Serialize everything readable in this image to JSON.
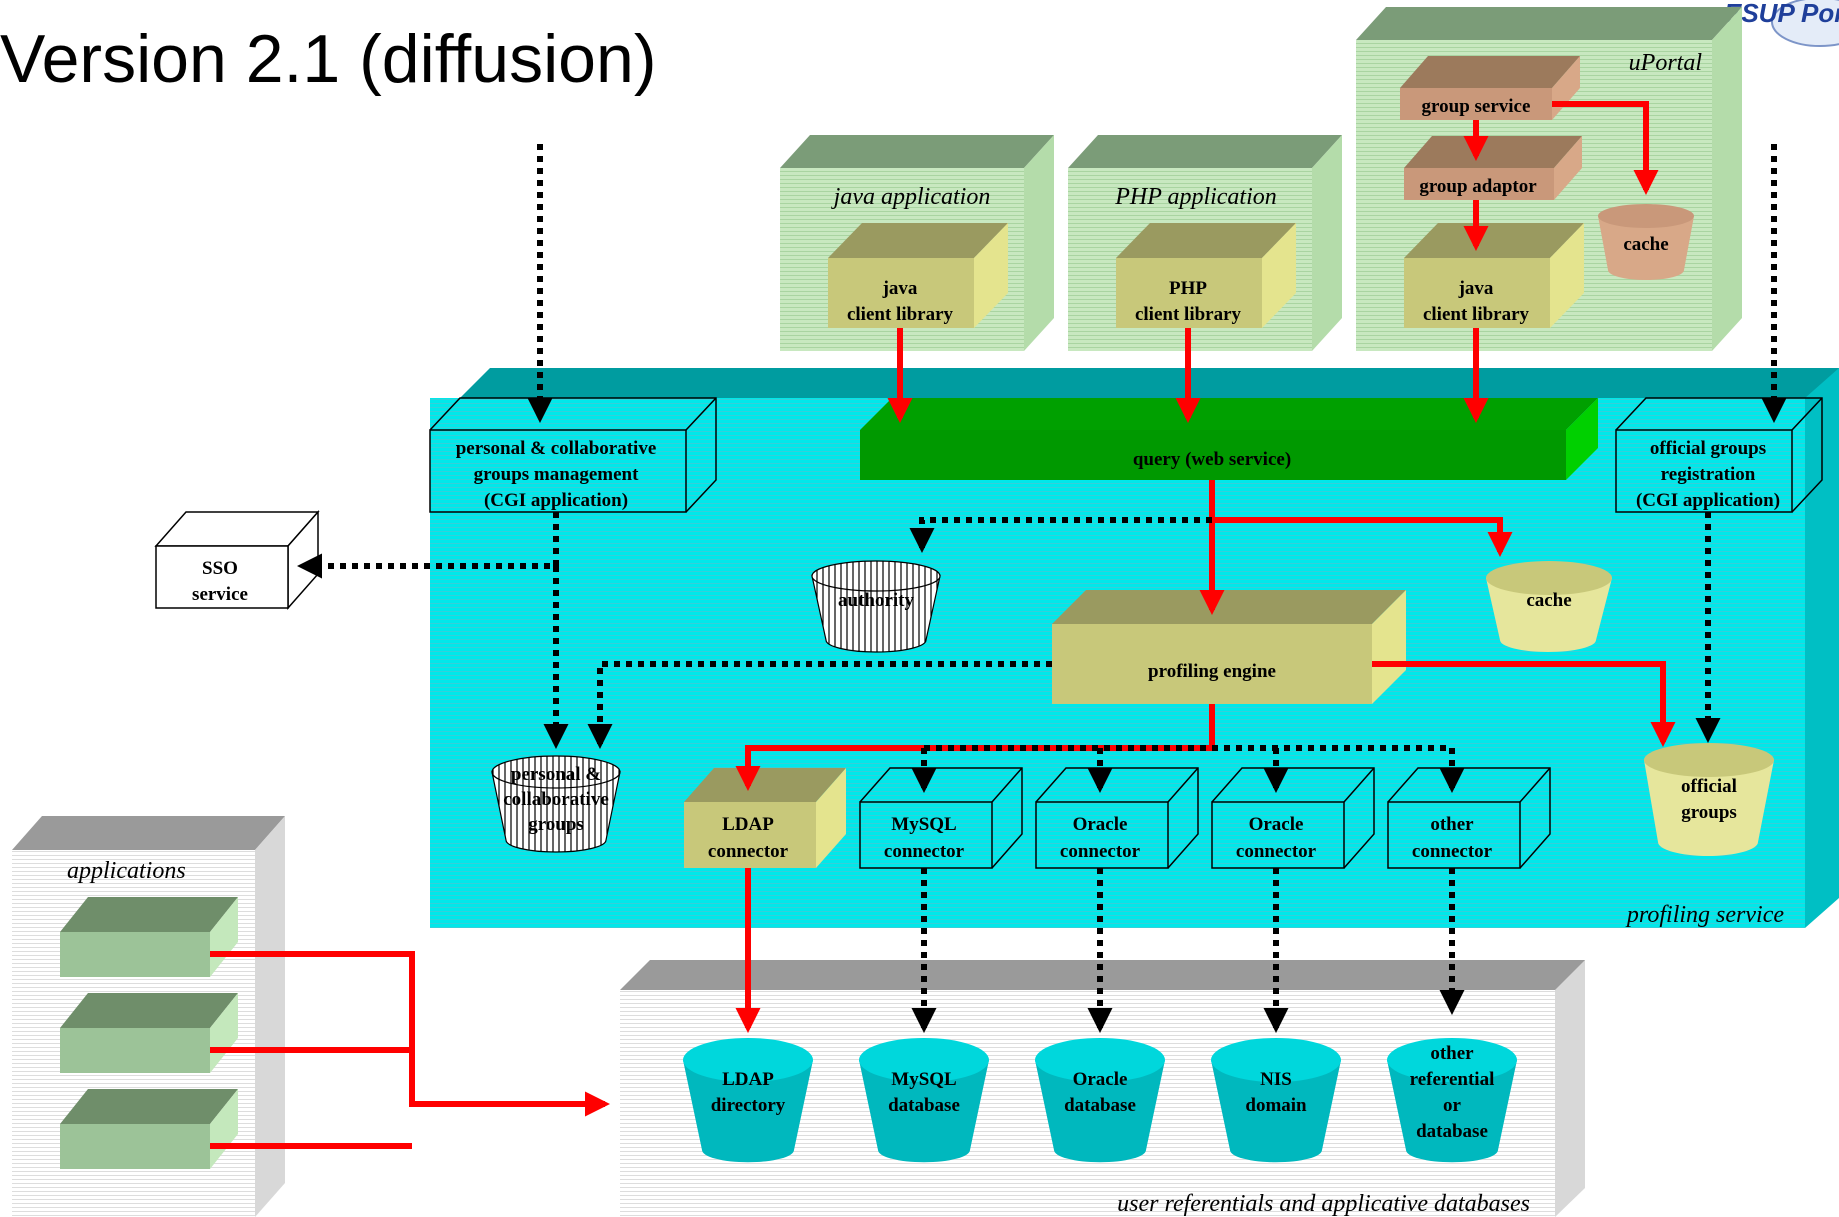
{
  "title": "Version 2.1 (diffusion)",
  "logo": "ESUP Por",
  "clients": {
    "java_app": "java application",
    "java_lib": [
      "java",
      "client library"
    ],
    "php_app": "PHP application",
    "php_lib": [
      "PHP",
      "client library"
    ],
    "uportal": "uPortal",
    "group_service": "group service",
    "group_adaptor": "group adaptor",
    "uportal_cache": "cache",
    "uportal_lib": [
      "java",
      "client library"
    ]
  },
  "service": {
    "label": "profiling service",
    "query": "query (web service)",
    "personal_mgmt": [
      "personal & collaborative",
      "groups management",
      "(CGI application)"
    ],
    "official_reg": [
      "official groups",
      "registration",
      "(CGI application)"
    ],
    "authority": "authority",
    "cache": "cache",
    "engine": "profiling engine",
    "personal_groups": [
      "personal &",
      "collaborative",
      "groups"
    ],
    "official_groups": [
      "official",
      "groups"
    ],
    "connectors": [
      [
        "LDAP",
        "connector"
      ],
      [
        "MySQL",
        "connector"
      ],
      [
        "Oracle",
        "connector"
      ],
      [
        "Oracle",
        "connector"
      ],
      [
        "other",
        "connector"
      ]
    ]
  },
  "sso": [
    "SSO",
    "service"
  ],
  "applications": "applications",
  "databases": {
    "label": "user referentials and applicative databases",
    "items": [
      [
        "LDAP",
        "directory"
      ],
      [
        "MySQL",
        "database"
      ],
      [
        "Oracle",
        "database"
      ],
      [
        "NIS",
        "domain"
      ],
      [
        "other",
        "referential",
        "or",
        "database"
      ]
    ]
  },
  "colors": {
    "green_box": "#b8e0b0",
    "cyan": "#00e5e8",
    "query_green": "#00a000",
    "olive": "#d8d88a",
    "tan": "#c9987a",
    "red": "#ff0000"
  }
}
